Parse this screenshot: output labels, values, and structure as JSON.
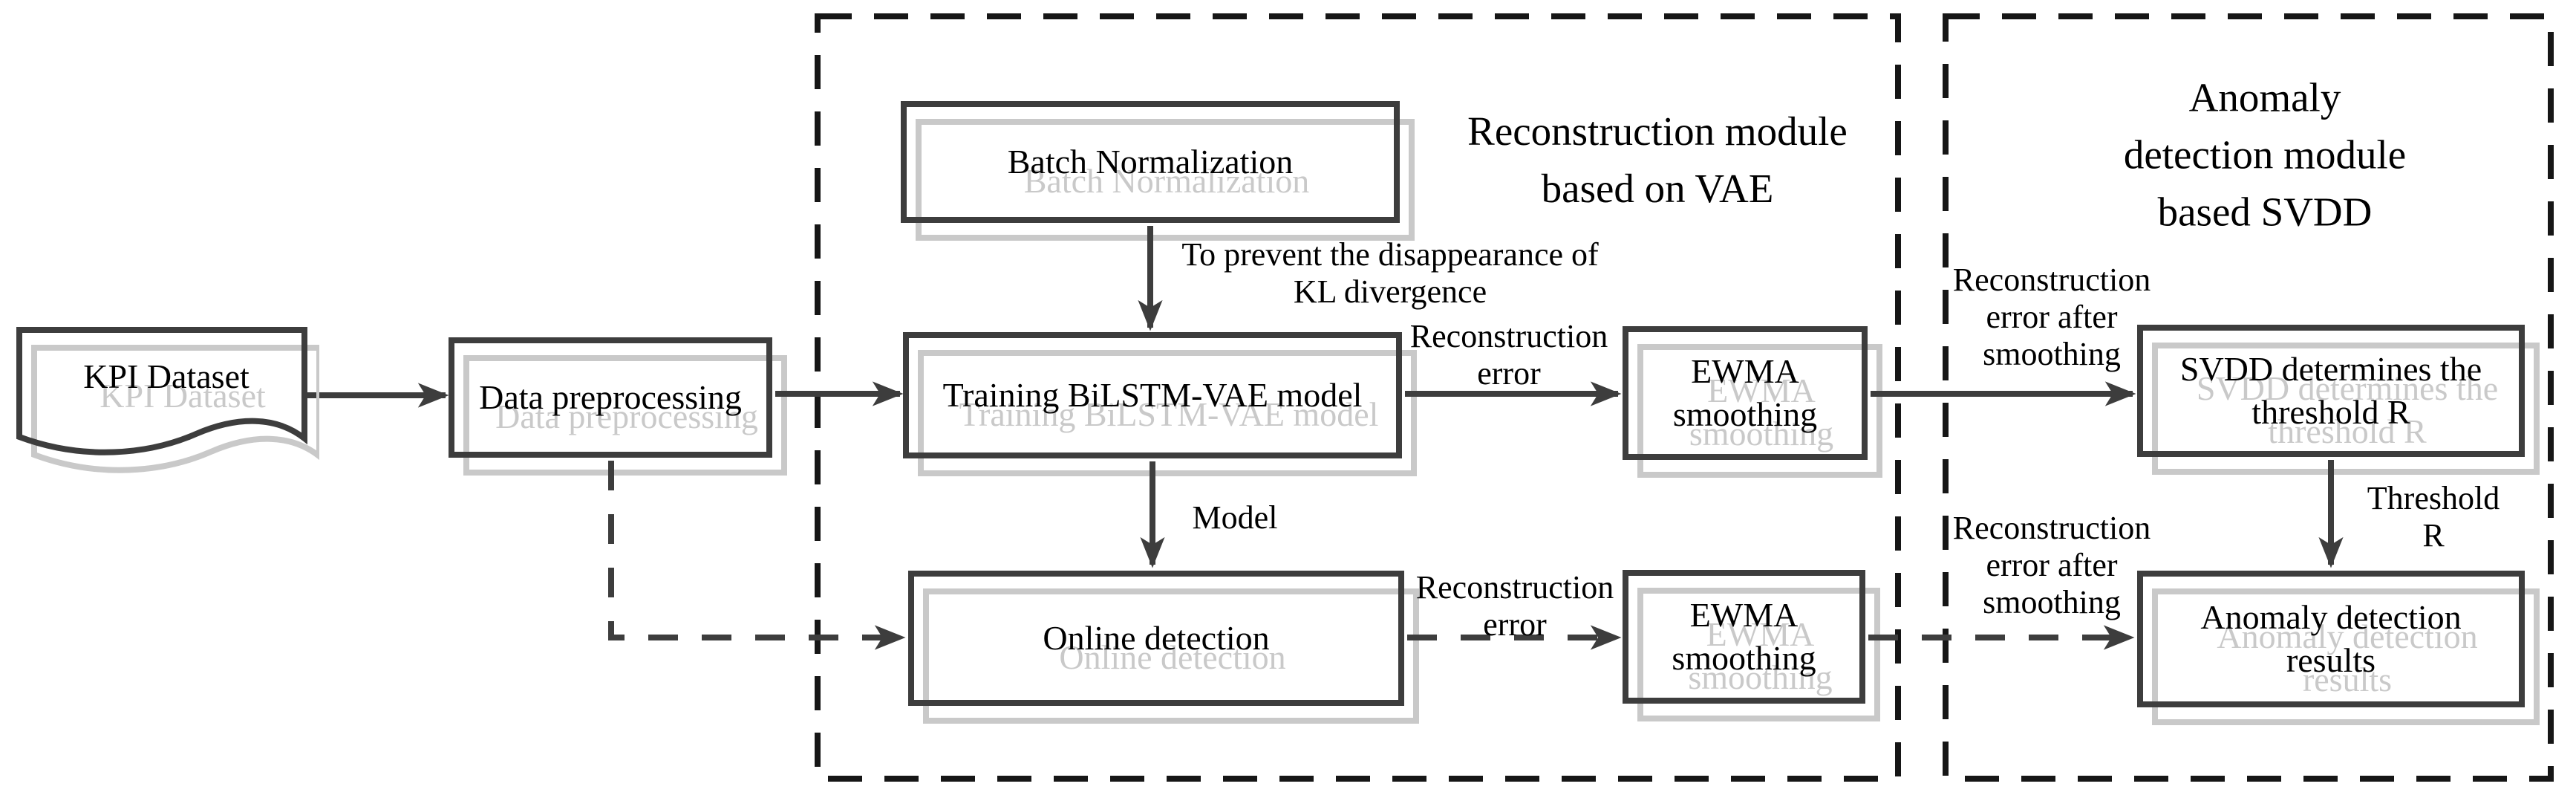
{
  "diagram": {
    "nodes": {
      "kpi": {
        "label": "KPI Dataset",
        "shape": "document"
      },
      "preprocess": {
        "label": "Data preprocessing"
      },
      "batchnorm": {
        "label": "Batch Normalization"
      },
      "training": {
        "label": "Training BiLSTM-VAE model"
      },
      "ewma1": {
        "label": "EWMA\nsmoothing"
      },
      "online": {
        "label": "Online detection"
      },
      "ewma2": {
        "label": "EWMA\nsmoothing"
      },
      "svdd": {
        "label": "SVDD determines the\nthreshold R"
      },
      "results": {
        "label": "Anomaly detection\nresults"
      }
    },
    "containers": {
      "vae_module": {
        "title": "Reconstruction module\nbased on VAE"
      },
      "svdd_module": {
        "title": "Anomaly detection module\nbased SVDD"
      }
    },
    "edge_labels": {
      "kl": "To prevent the disappearance of\nKL divergence",
      "recon_error_top": "Reconstruction\nerror",
      "model": "Model",
      "recon_error_bottom": "Reconstruction\nerror",
      "recon_after_top": "Reconstruction\nerror after\nsmoothing",
      "recon_after_bottom": "Reconstruction\nerror after\nsmoothing",
      "threshold": "Threshold R"
    },
    "colors": {
      "line": "#3d3d3d",
      "container_border": "#161616",
      "shadow": "#c9c9c9",
      "text": "#000000",
      "background": "#ffffff"
    }
  }
}
